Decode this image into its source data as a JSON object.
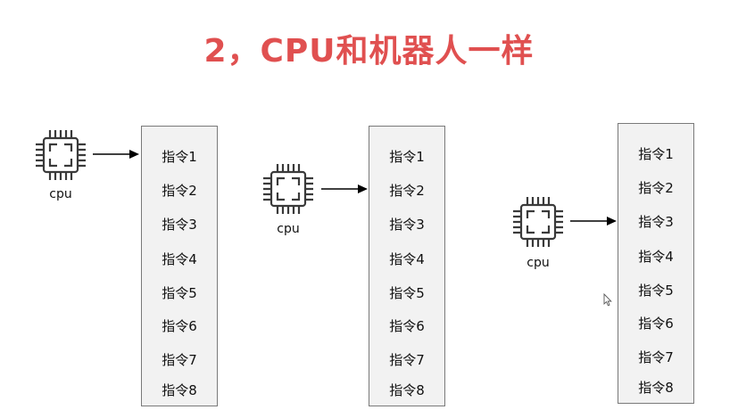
{
  "title": "2，CPU和机器人一样",
  "cpu_label": "cpu",
  "instructions": [
    "指令1",
    "指令2",
    "指令3",
    "指令4",
    "指令5",
    "指令6",
    "指令7",
    "指令8"
  ],
  "colors": {
    "title": "#e05050",
    "icon_stroke": "#3a3a3a",
    "box_fill": "#f2f2f2",
    "box_border": "#7a7a7a",
    "arrow": "#000000"
  },
  "icons": [
    "cpu-chip-icon",
    "arrow-right-icon",
    "mouse-cursor-icon"
  ]
}
